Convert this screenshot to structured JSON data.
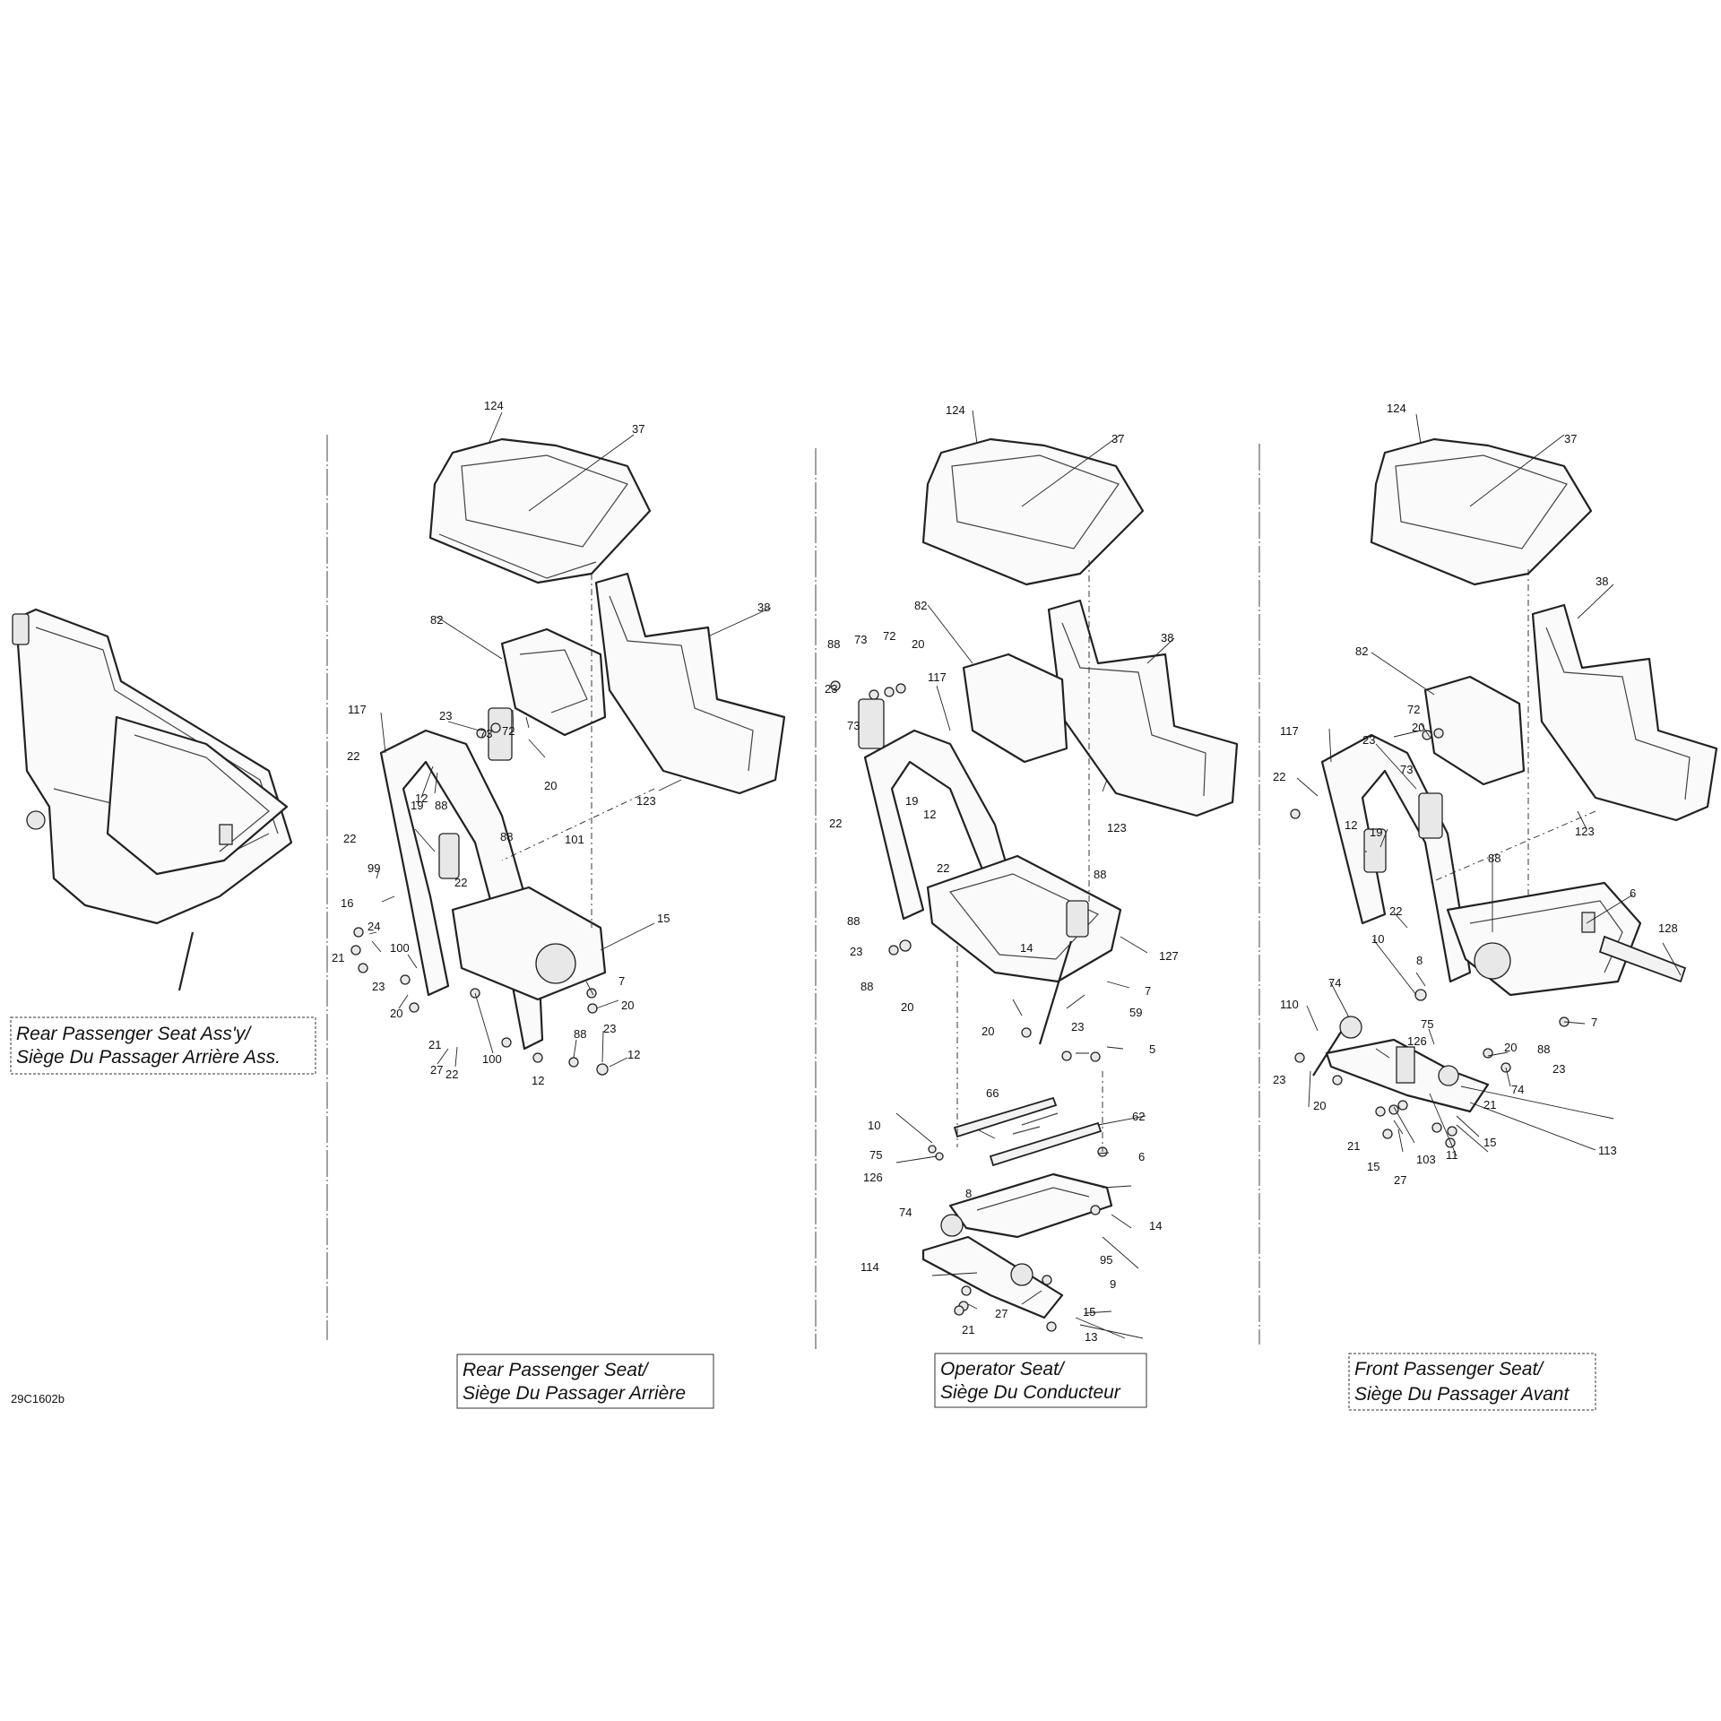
{
  "sheet_id": "29C1602b",
  "panels": {
    "assembly": {
      "title_line1": "Rear Passenger Seat Ass'y/",
      "title_line2": "Siège Du Passager Arrière Ass."
    },
    "rear": {
      "title_line1": "Rear Passenger Seat/",
      "title_line2": "Siège Du Passager Arrière",
      "callouts": [
        "124",
        "37",
        "82",
        "38",
        "117",
        "23",
        "73",
        "72",
        "22",
        "19",
        "88",
        "20",
        "123",
        "22",
        "99",
        "16",
        "24",
        "21",
        "22",
        "100",
        "23",
        "20",
        "21",
        "27",
        "88",
        "101",
        "15",
        "7",
        "20",
        "88",
        "23",
        "12",
        "100",
        "22",
        "12"
      ]
    },
    "operator": {
      "title_line1": "Operator Seat/",
      "title_line2": "Siège Du Conducteur",
      "callouts": [
        "124",
        "37",
        "82",
        "38",
        "88",
        "73",
        "72",
        "20",
        "117",
        "23",
        "73",
        "19",
        "22",
        "12",
        "123",
        "88",
        "22",
        "88",
        "14",
        "127",
        "23",
        "88",
        "20",
        "7",
        "59",
        "20",
        "23",
        "5",
        "66",
        "62",
        "10",
        "75",
        "6",
        "126",
        "8",
        "74",
        "14",
        "95",
        "114",
        "9",
        "27",
        "15",
        "21",
        "13"
      ]
    },
    "front": {
      "title_line1": "Front Passenger Seat/",
      "title_line2": "Siège Du Passager Avant",
      "callouts": [
        "124",
        "37",
        "38",
        "82",
        "72",
        "20",
        "117",
        "23",
        "22",
        "73",
        "12",
        "19",
        "123",
        "88",
        "22",
        "6",
        "10",
        "8",
        "128",
        "74",
        "110",
        "7",
        "75",
        "126",
        "20",
        "88",
        "23",
        "74",
        "23",
        "20",
        "21",
        "21",
        "15",
        "11",
        "103",
        "27",
        "113",
        "15"
      ]
    }
  }
}
